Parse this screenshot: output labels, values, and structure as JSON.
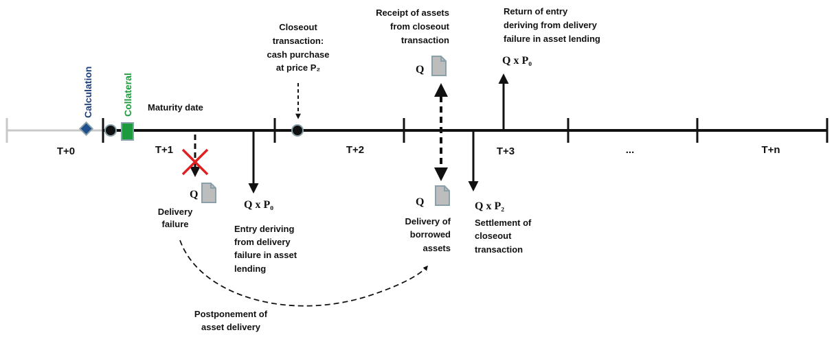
{
  "timeline": {
    "segments": [
      "T+0",
      "T+1",
      "T+2",
      "T+3",
      "...",
      "T+n"
    ]
  },
  "markers": {
    "calculation": "Calculation",
    "collateral": "Collateral",
    "maturity_date": "Maturity date"
  },
  "events": {
    "delivery_failure": [
      "Delivery",
      "failure"
    ],
    "closeout_transaction": [
      "Closeout",
      "transaction:",
      "cash purchase",
      "at price P₂"
    ],
    "entry_deriving": [
      "Entry deriving",
      "from delivery",
      "failure in asset",
      "lending"
    ],
    "receipt_of_assets": [
      "Receipt of assets",
      "from closeout",
      "transaction"
    ],
    "delivery_borrowed": [
      "Delivery of",
      "borrowed",
      "assets"
    ],
    "return_of_entry": [
      "Return of entry",
      "deriving from delivery",
      "failure in asset lending"
    ],
    "settlement": [
      "Settlement of",
      "closeout",
      "transaction"
    ],
    "postponement": [
      "Postponement of",
      "asset delivery"
    ]
  },
  "quantities": {
    "q_failed": "Q",
    "q_borrowed": "Q",
    "q_receipt": "Q",
    "q_x_p0_entry": "Q x P₀",
    "q_x_p0_return": "Q x P₀",
    "q_x_p2": "Q x P₂"
  },
  "colors": {
    "calculation": "#1f3e7a",
    "collateral": "#1e9a3e",
    "failure_cross": "#e02020",
    "document": "#bdbdbd",
    "timeline_pre": "#c8c8c8"
  }
}
